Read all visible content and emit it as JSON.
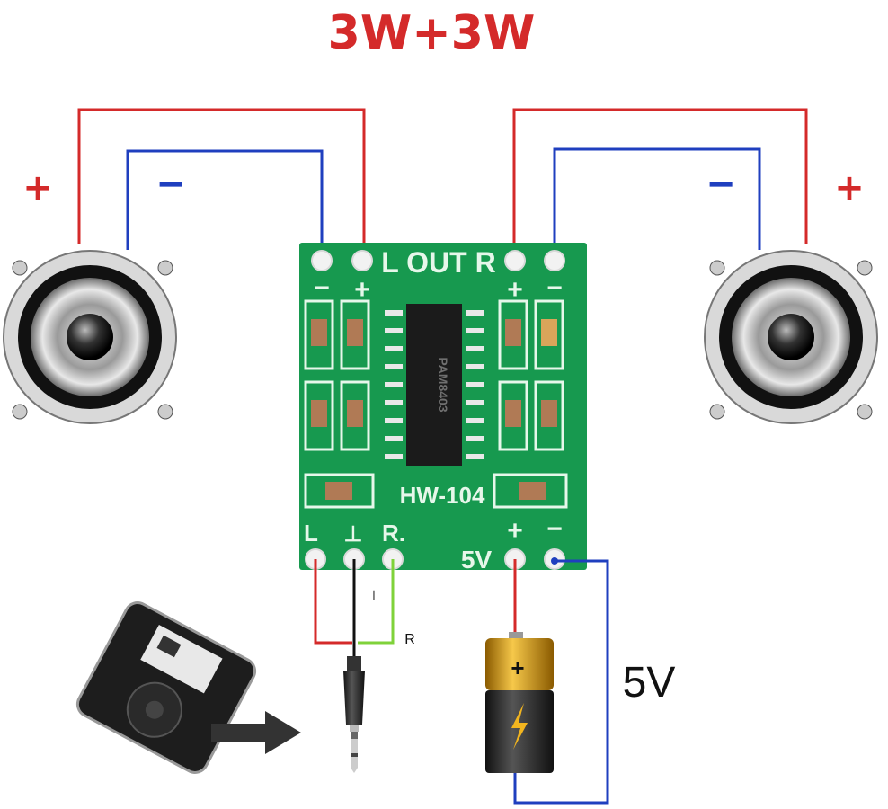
{
  "title": "3W+3W",
  "speakers": {
    "left": {
      "plus": "+",
      "minus": "−"
    },
    "right": {
      "plus": "+",
      "minus": "−"
    }
  },
  "board": {
    "out_label": "L OUT R",
    "model": "HW-104",
    "chip": "PAM8403",
    "pin_top_left_minus": "−",
    "pin_top_left_plus": "+",
    "pin_top_right_plus": "+",
    "pin_top_right_minus": "−",
    "input_l": "L",
    "input_gnd": "⊥",
    "input_r": "R.",
    "power_label": "5V",
    "power_plus": "+",
    "power_minus": "−"
  },
  "wires": {
    "ground_label": "⊥",
    "right_label": "R"
  },
  "battery": {
    "plus": "+",
    "voltage_label": "5V"
  },
  "colors": {
    "red": "#d42a2a",
    "blue": "#1f3fbf",
    "green": "#7fd23a",
    "pcb": "#17994f"
  }
}
